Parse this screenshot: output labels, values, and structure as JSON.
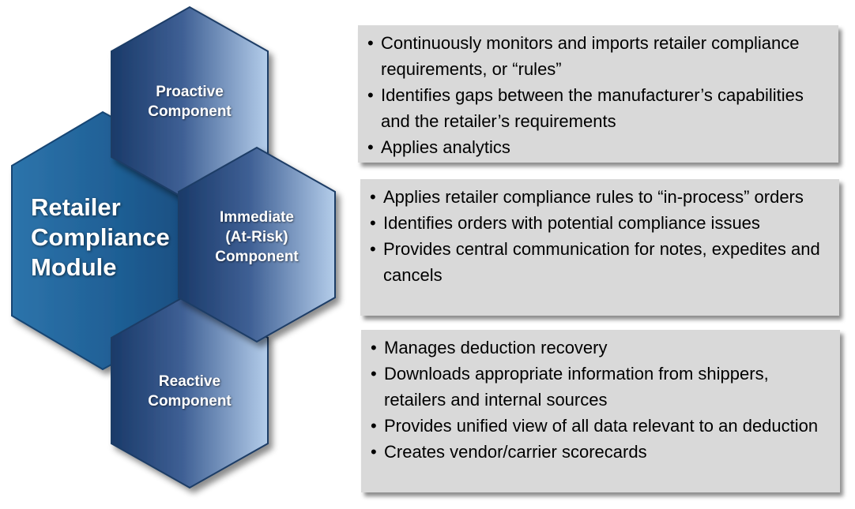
{
  "module": {
    "title_lines": [
      "Retailer",
      "Compliance",
      "Module"
    ]
  },
  "components": [
    {
      "id": "proactive",
      "lines": [
        "Proactive",
        "Component"
      ]
    },
    {
      "id": "immediate",
      "lines": [
        "Immediate",
        "(At-Risk)",
        "Component"
      ]
    },
    {
      "id": "reactive",
      "lines": [
        "Reactive",
        "Component"
      ]
    }
  ],
  "panels": [
    {
      "id": "proactive",
      "bullets": [
        "Continuously monitors and imports retailer compliance requirements, or “rules”",
        "Identifies gaps between the manufacturer’s capabilities and the retailer’s requirements",
        "Applies analytics"
      ]
    },
    {
      "id": "immediate",
      "bullets": [
        "Applies retailer compliance rules to “in-process” orders",
        "Identifies orders with potential compliance issues",
        "Provides central communication for notes, expedites and cancels"
      ]
    },
    {
      "id": "reactive",
      "bullets": [
        "Manages deduction recovery",
        "Downloads appropriate information from shippers, retailers and internal sources",
        "Provides unified view of all data relevant to an deduction",
        "Creates vendor/carrier scorecards"
      ]
    }
  ],
  "colors": {
    "module_hex": "#2e73a8",
    "component_hex_dark": "#1c3f6e",
    "component_hex_light": "#a9c4e6",
    "panel_bg": "#d9d9d9"
  }
}
